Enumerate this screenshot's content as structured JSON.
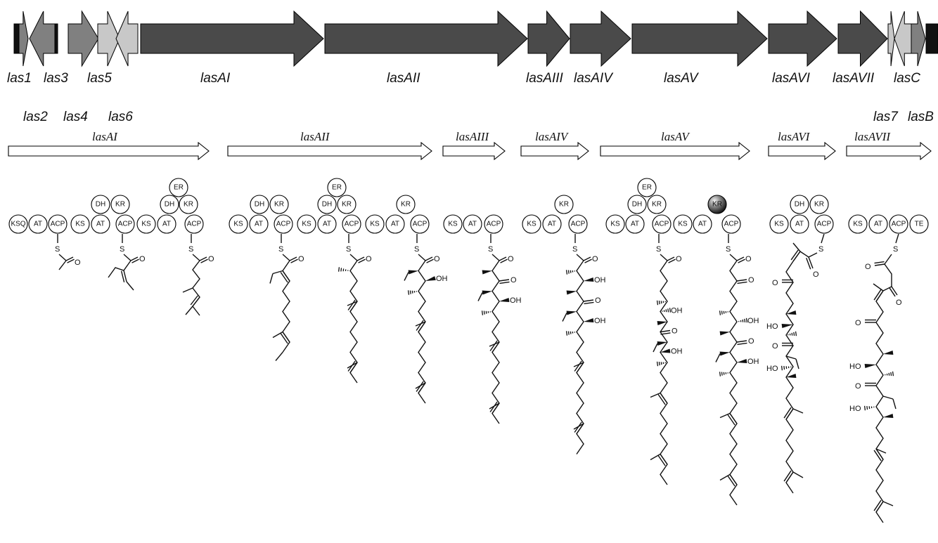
{
  "gene_cluster": {
    "top_labels": [
      "las1",
      "las3",
      "las5",
      "lasAI",
      "lasAII",
      "lasAIII",
      "lasAIV",
      "lasAV",
      "lasAVI",
      "lasAVII",
      "lasC"
    ],
    "bottom_labels": [
      "las2",
      "las4",
      "las6",
      "las7",
      "lasB"
    ],
    "colors": {
      "pks_gene": "#4a4a4a",
      "light_gene": "#c8c8c8",
      "medium_gene": "#808080",
      "black_gene": "#111111"
    }
  },
  "modules": {
    "labels": [
      "lasAI",
      "lasAII",
      "lasAIII",
      "lasAIV",
      "lasAV",
      "lasAVI",
      "lasAVII"
    ]
  },
  "domains": {
    "ksq": "KSQ",
    "ks": "KS",
    "at": "AT",
    "acp": "ACP",
    "dh": "DH",
    "kr": "KR",
    "er": "ER",
    "te": "TE"
  },
  "chemistry": {
    "sulfur": "S",
    "oxygen": "O",
    "hydroxyl": "OH",
    "hydroxyl_left": "HO"
  }
}
